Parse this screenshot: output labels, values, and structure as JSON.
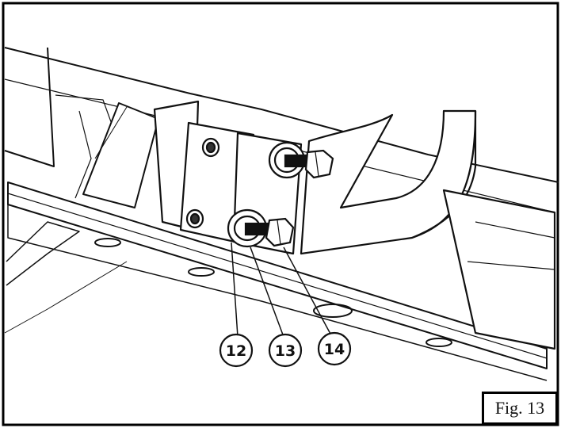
{
  "figure": {
    "label": "Fig. 13",
    "callouts": [
      {
        "number": "12",
        "points_to": "bolt"
      },
      {
        "number": "13",
        "points_to": "washer"
      },
      {
        "number": "14",
        "points_to": "nut"
      }
    ]
  }
}
